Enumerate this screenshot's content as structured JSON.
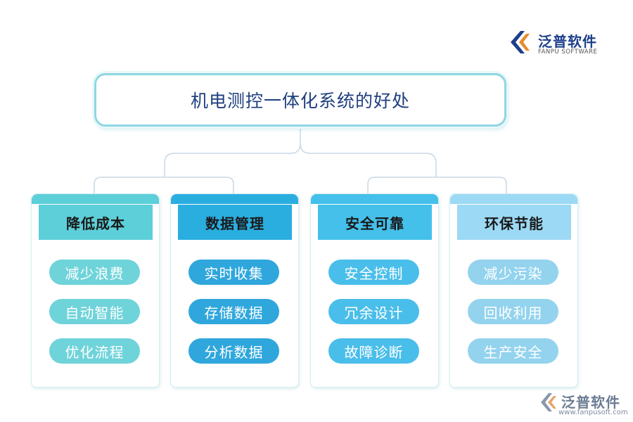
{
  "logo": {
    "name_cn": "泛普软件",
    "name_en": "FANPU SOFTWARE"
  },
  "title": "机电测控一体化系统的好处",
  "categories": [
    {
      "title": "降低成本",
      "header_color": "#5dcfd8",
      "cap_color": "#5dcfd8",
      "pill_color": "#6fd3da",
      "items": [
        "减少浪费",
        "自动智能",
        "优化流程"
      ]
    },
    {
      "title": "数据管理",
      "header_color": "#2aaee0",
      "cap_color": "#2aaee0",
      "pill_color": "#2fa7dc",
      "items": [
        "实时收集",
        "存储数据",
        "分析数据"
      ]
    },
    {
      "title": "安全可靠",
      "header_color": "#44c0ea",
      "cap_color": "#44c0ea",
      "pill_color": "#4abeea",
      "items": [
        "安全控制",
        "冗余设计",
        "故障诊断"
      ]
    },
    {
      "title": "环保节能",
      "header_color": "#9cd9f4",
      "cap_color": "#9cd9f4",
      "pill_color": "#93d3ee",
      "items": [
        "减少污染",
        "回收利用",
        "生产安全"
      ]
    }
  ],
  "watermark": {
    "name_cn": "泛普软件",
    "url": "www.fanpusoft.com"
  },
  "colors": {
    "title_text": "#1f3f7f",
    "title_border": "#8fd6e3",
    "connector": "#c8d8e6",
    "logo_blue": "#1d3f8a",
    "logo_orange": "#e98a2c"
  }
}
